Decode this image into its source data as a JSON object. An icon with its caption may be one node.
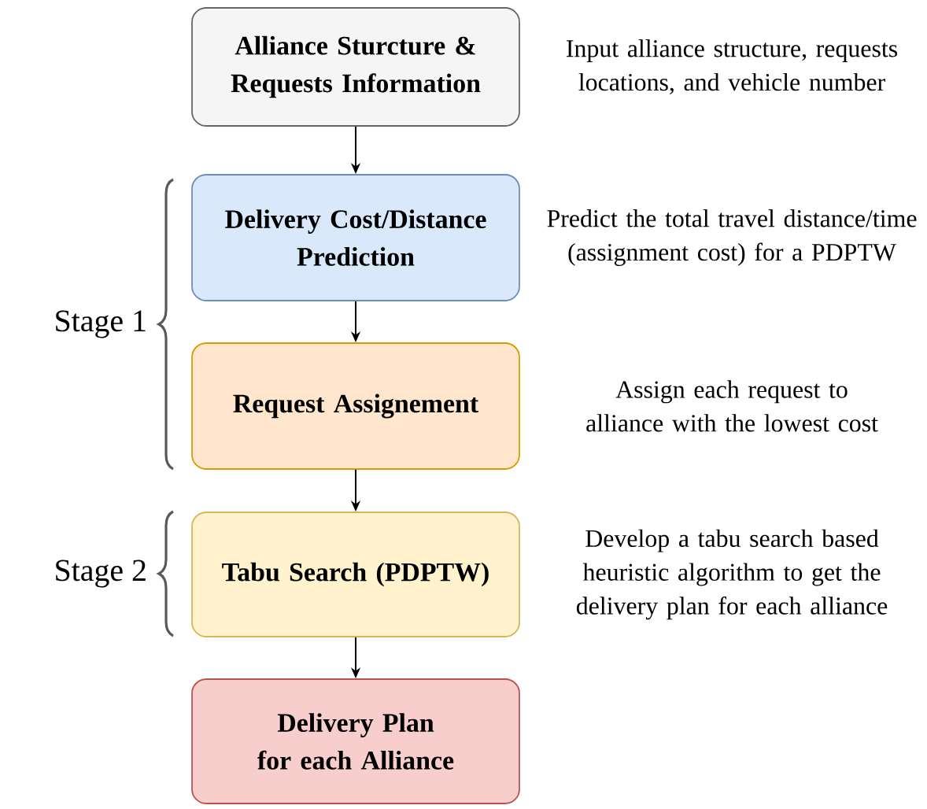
{
  "diagram": {
    "nodes": [
      {
        "text": [
          "Alliance Sturcture & Requests Information"
        ],
        "beside": [
          "Input alliance structure, requests locations, and vehicle number"
        ]
      },
      {
        "text": [
          "Delivery Cost/Distance Prediction"
        ],
        "beside": [
          "Predict the total travel distance/time (assignment cost) for a PDPTW"
        ]
      },
      {
        "text": [
          "Request Assignement"
        ],
        "beside": [
          "Assign each request to alliance with the lowest cost"
        ]
      },
      {
        "text": [
          "Tabu Search (PDPTW)"
        ],
        "beside": [
          "Develop a tabu search based heuristic algorithm to get the delivery plan for each alliance"
        ]
      },
      {
        "text": [
          "Delivery Plan for each Alliance"
        ]
      }
    ],
    "edges": [
      {
        "from": 0,
        "to": 1,
        "arrow": "to"
      },
      {
        "from": 1,
        "to": 2,
        "arrow": "to"
      },
      {
        "from": 2,
        "to": 3,
        "arrow": "to"
      },
      {
        "from": 3,
        "to": 4,
        "arrow": "to"
      }
    ],
    "labels": [
      "Stage 1",
      "Stage 2"
    ]
  }
}
